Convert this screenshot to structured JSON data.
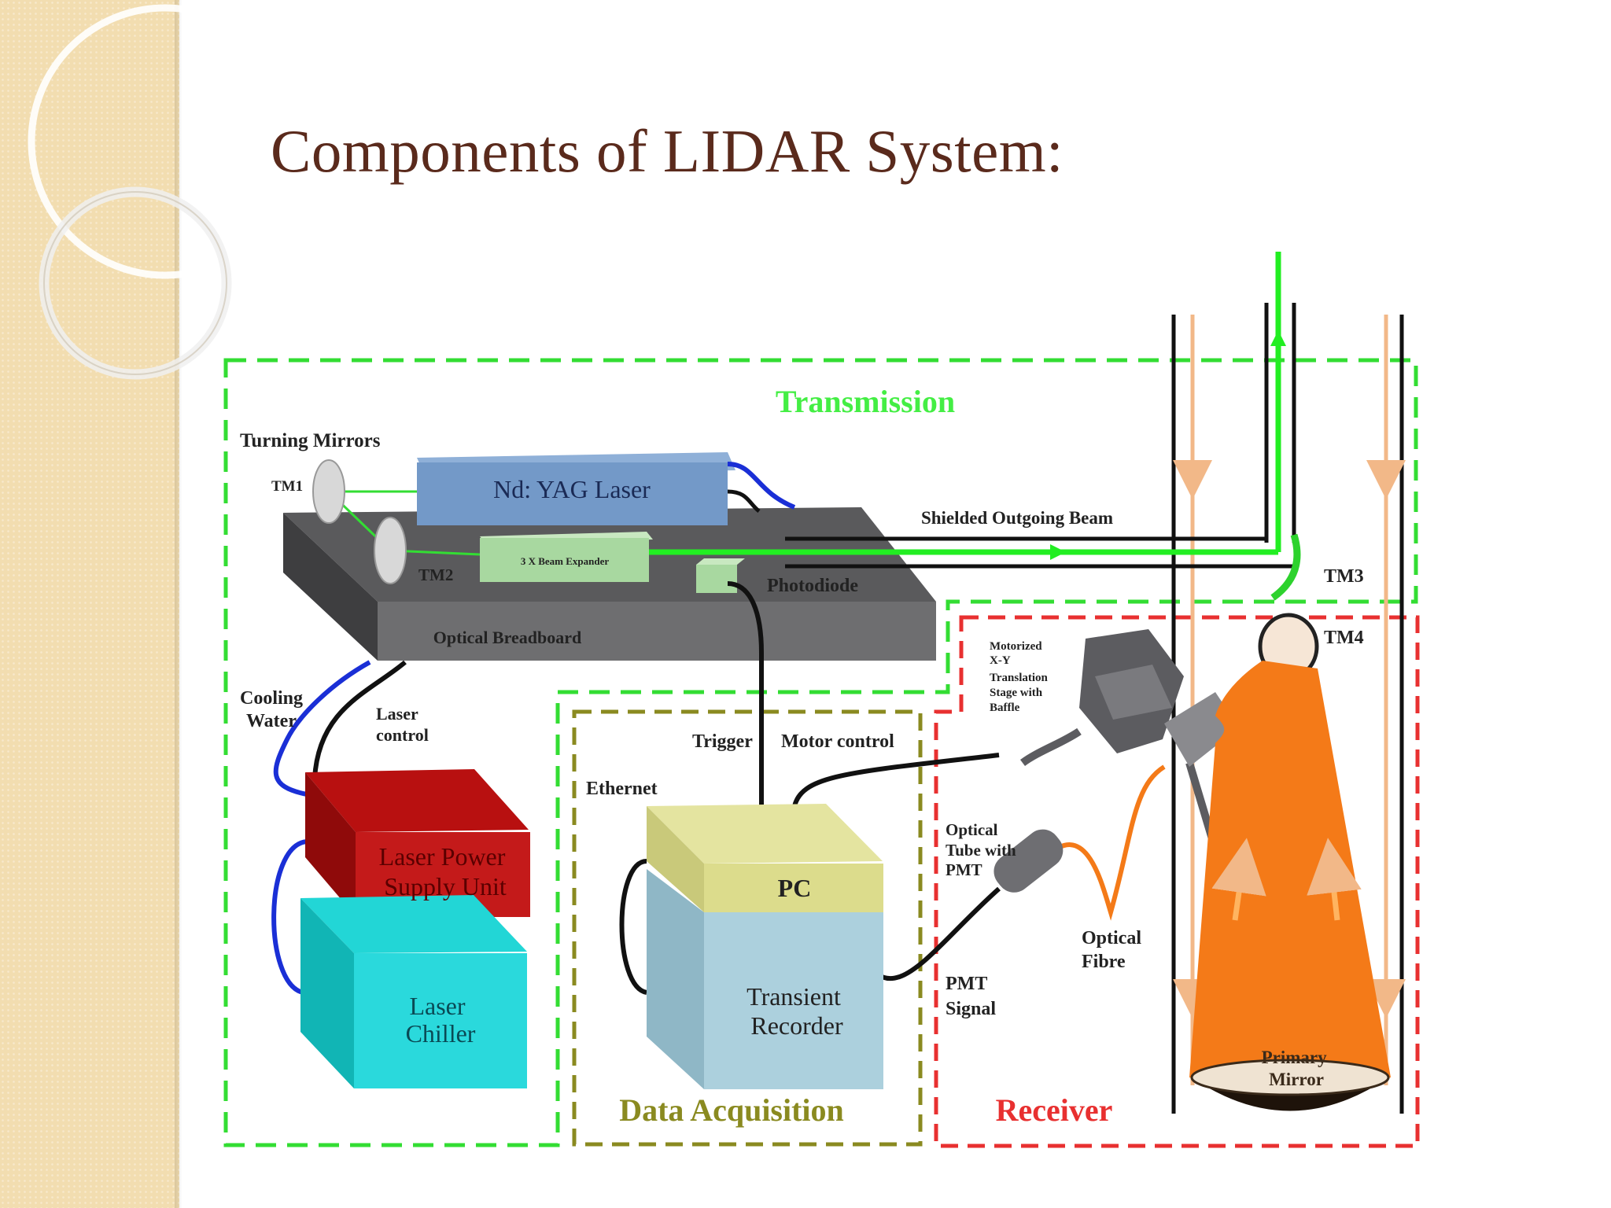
{
  "slide": {
    "title": "Components of LIDAR System:"
  },
  "colors": {
    "title": "#5a2a1c",
    "sidebar": "#f2ddb0",
    "transmission_border": "#33dd33",
    "data_acquisition_border": "#8a8a20",
    "receiver_border": "#e83030",
    "laser_beam": "#22ee22",
    "return_light": "#f2b888",
    "cone": "#f47a18"
  },
  "diagram": {
    "regions": {
      "transmission": "Transmission",
      "data_acquisition": "Data Acquisition",
      "receiver": "Receiver"
    },
    "labels": {
      "turning_mirrors": "Turning Mirrors",
      "tm1": "TM1",
      "tm2": "TM2",
      "tm3": "TM3",
      "tm4": "TM4",
      "laser": "Nd: YAG Laser",
      "beam_expander": "3 X Beam Expander",
      "photodiode": "Photodiode",
      "breadboard": "Optical Breadboard",
      "shielded_beam": "Shielded Outgoing Beam",
      "cooling_water_1": "Cooling",
      "cooling_water_2": "Water",
      "laser_control_1": "Laser",
      "laser_control_2": "control",
      "psu_1": "Laser Power",
      "psu_2": "Supply Unit",
      "chiller_1": "Laser",
      "chiller_2": "Chiller",
      "trigger": "Trigger",
      "motor_control": "Motor control",
      "ethernet": "Ethernet",
      "pc": "PC",
      "recorder_1": "Transient",
      "recorder_2": "Recorder",
      "stage_1": "Motorized",
      "stage_2": "X-Y",
      "stage_3": "Translation",
      "stage_4": "Stage with",
      "stage_5": "Baffle",
      "tube_1": "Optical",
      "tube_2": "Tube with",
      "tube_3": "PMT",
      "fibre_1": "Optical",
      "fibre_2": "Fibre",
      "pmt_signal_1": "PMT",
      "pmt_signal_2": "Signal",
      "primary_1": "Primary",
      "primary_2": "Mirror"
    }
  }
}
